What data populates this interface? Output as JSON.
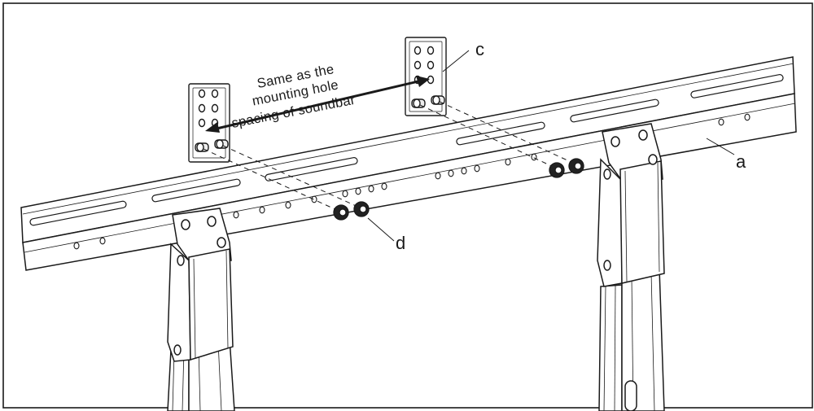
{
  "annotation": {
    "line1": "Same as the",
    "line2": "mounting hole",
    "line3": "spacing of soundbar"
  },
  "parts": {
    "a": "a",
    "c": "c",
    "d": "d"
  },
  "colors": {
    "ink": "#1a1a1a",
    "metal": "#ffffff",
    "metal_shade": "#e9e9e9",
    "nut": "#222222"
  }
}
